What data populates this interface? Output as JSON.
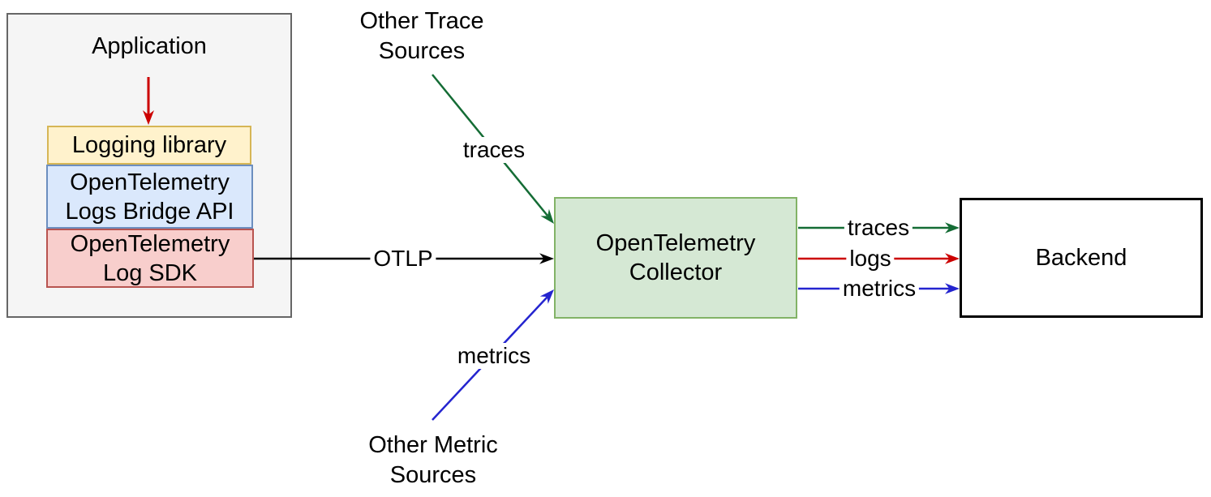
{
  "nodes": {
    "application": {
      "label": "Application",
      "fill": "#f5f5f5",
      "border": "#666666"
    },
    "logging_library": {
      "label": "Logging library",
      "fill": "#fff2cc",
      "border": "#d6b656"
    },
    "logs_bridge_api": {
      "label": "OpenTelemetry Logs Bridge API",
      "fill": "#dae8fc",
      "border": "#6c8ebf"
    },
    "log_sdk": {
      "label": "OpenTelemetry Log SDK",
      "fill": "#f8cecc",
      "border": "#b85450"
    },
    "collector": {
      "label": "OpenTelemetry Collector",
      "fill": "#d5e8d4",
      "border": "#82b366"
    },
    "backend": {
      "label": "Backend",
      "fill": "#ffffff",
      "border": "#000000"
    },
    "other_trace_sources": {
      "label": "Other Trace Sources"
    },
    "other_metric_sources": {
      "label": "Other Metric Sources"
    }
  },
  "edges": {
    "app_to_logging": {
      "color": "#cc0000"
    },
    "otlp": {
      "label": "OTLP",
      "color": "#000000"
    },
    "traces_in": {
      "label": "traces",
      "color": "#146c35"
    },
    "metrics_in": {
      "label": "metrics",
      "color": "#2424cf"
    },
    "traces_out": {
      "label": "traces",
      "color": "#146c35"
    },
    "logs_out": {
      "label": "logs",
      "color": "#cc0000"
    },
    "metrics_out": {
      "label": "metrics",
      "color": "#2424cf"
    }
  },
  "text_color": "#000000"
}
